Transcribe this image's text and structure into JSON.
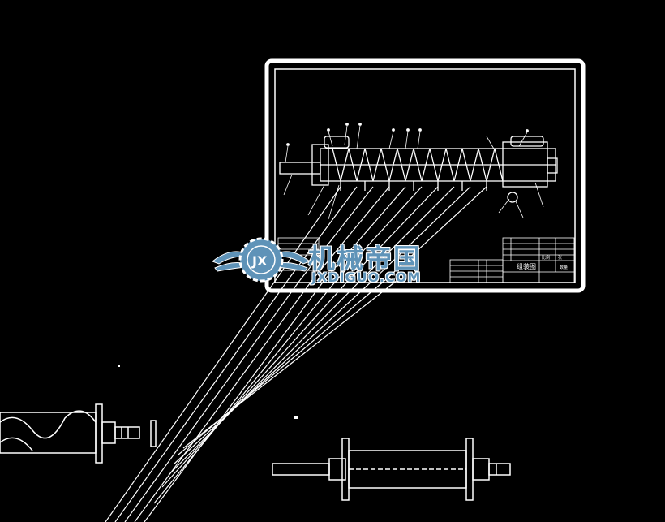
{
  "watermark": {
    "name_cn": "机械帝国",
    "url": "JXDIGUO.COM",
    "logo_letters": "JX"
  },
  "title_block": {
    "drawing_title": "组装图",
    "cells": [
      "比例",
      "张",
      "数量"
    ]
  },
  "colors": {
    "background": "#000000",
    "lines": "#ffffff",
    "watermark": "#5f93b8"
  }
}
